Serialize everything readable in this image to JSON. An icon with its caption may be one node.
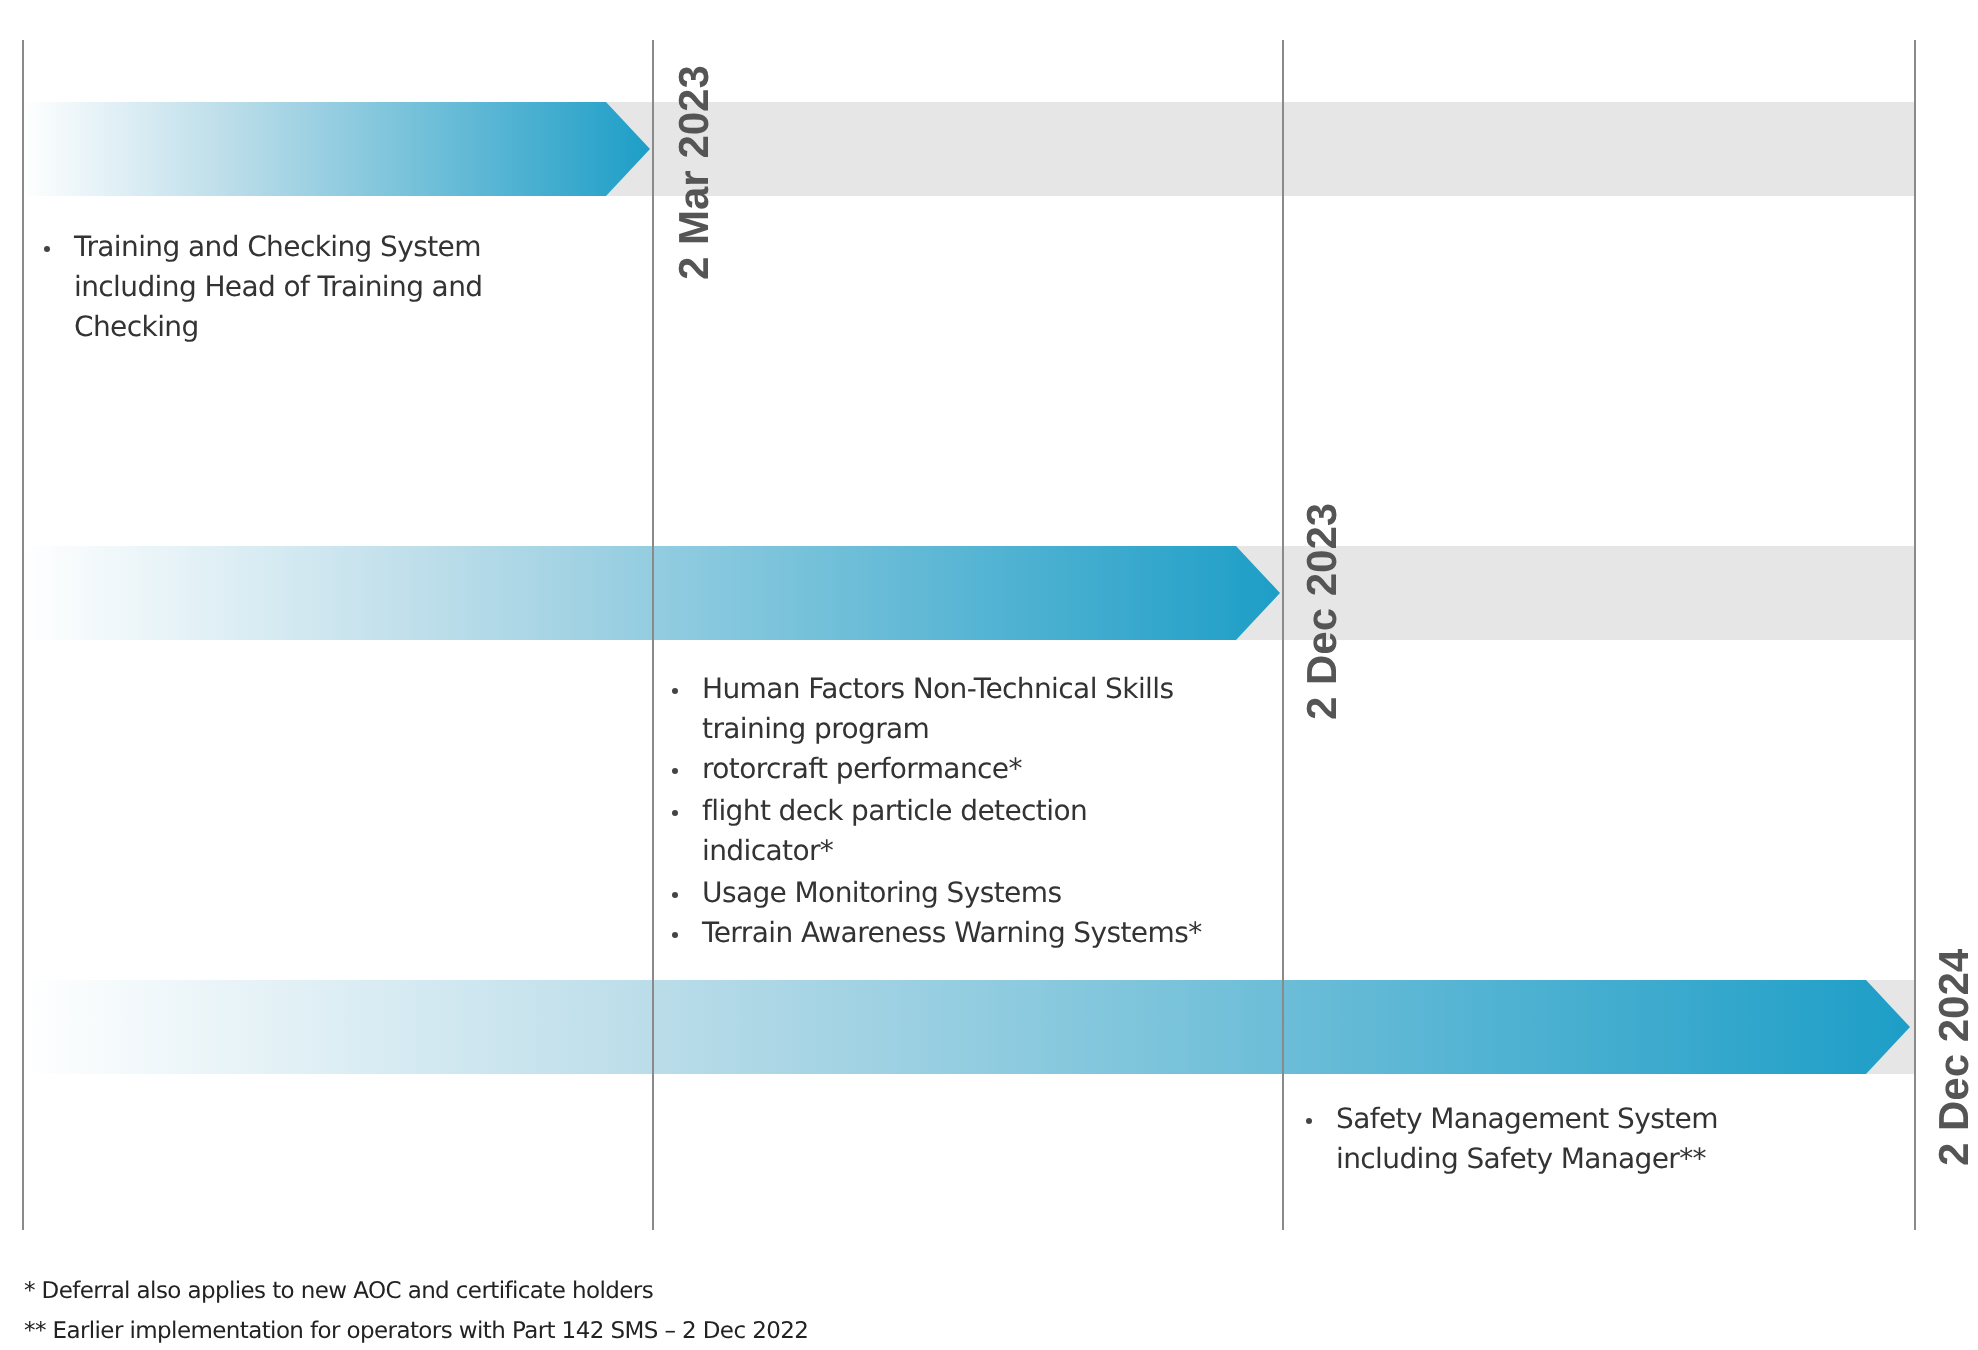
{
  "diagram": {
    "labels": [
      "2 Mar 2023",
      "Training and Checking System including Head of Training and Checking",
      "2 Dec 2023",
      "Human Factors Non-Technical Skills training program",
      "rotorcraft performance*",
      "flight deck particle detection indicator*",
      "Usage Monitoring Systems",
      "Terrain Awareness Warning Systems*",
      "2 Dec 2024",
      "Safety Management System including Safety Manager**",
      "* Deferral also applies to new AOC and certificate holders",
      "** Earlier implementation for operators with Part 142 SMS – 2 Dec 2022"
    ]
  }
}
